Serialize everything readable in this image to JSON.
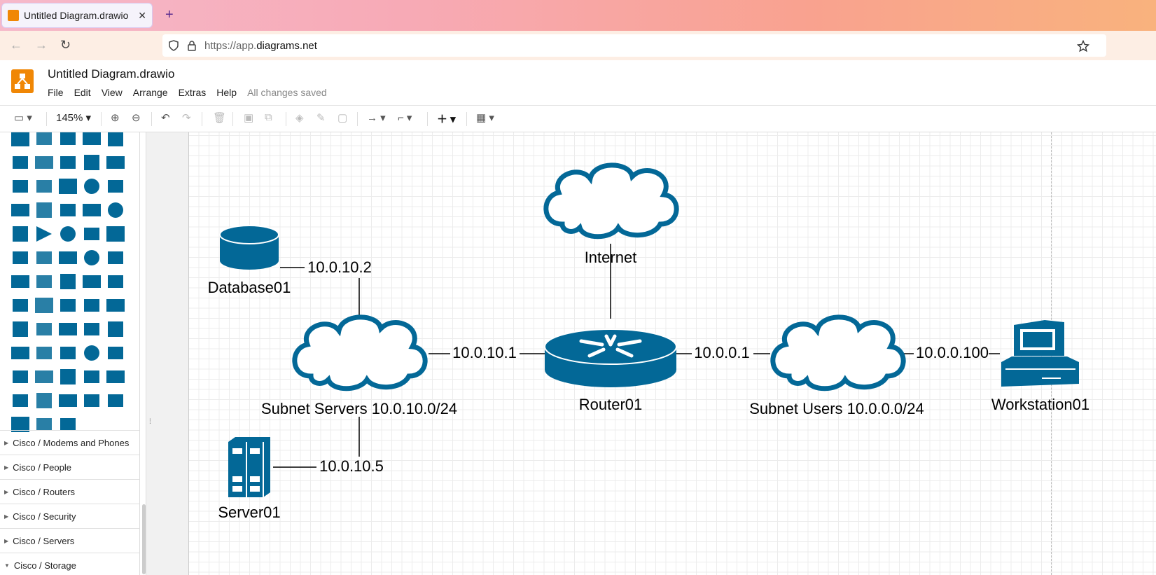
{
  "browser": {
    "tab_title": "Untitled Diagram.drawio",
    "url_scheme": "https://app.",
    "url_host": "diagrams.net"
  },
  "app": {
    "doc_title": "Untitled Diagram.drawio",
    "menu": [
      "File",
      "Edit",
      "View",
      "Arrange",
      "Extras",
      "Help"
    ],
    "save_status": "All changes saved",
    "zoom": "145%"
  },
  "sidebar": {
    "categories": [
      {
        "label": "Cisco / Modems and Phones",
        "expanded": false
      },
      {
        "label": "Cisco / People",
        "expanded": false
      },
      {
        "label": "Cisco / Routers",
        "expanded": false
      },
      {
        "label": "Cisco / Security",
        "expanded": false
      },
      {
        "label": "Cisco / Servers",
        "expanded": false
      },
      {
        "label": "Cisco / Storage",
        "expanded": true
      }
    ]
  },
  "diagram": {
    "nodes": {
      "internet": "Internet",
      "database": "Database01",
      "subnet_servers": "Subnet Servers 10.0.10.0/24",
      "router": "Router01",
      "subnet_users": "Subnet Users 10.0.0.0/24",
      "workstation": "Workstation01",
      "server": "Server01"
    },
    "edge_labels": {
      "db_ip": "10.0.10.2",
      "router_servers_ip": "10.0.10.1",
      "router_users_ip": "10.0.0.1",
      "workstation_ip": "10.0.0.100",
      "server_ip": "10.0.10.5"
    },
    "shape_color": "#036897"
  }
}
